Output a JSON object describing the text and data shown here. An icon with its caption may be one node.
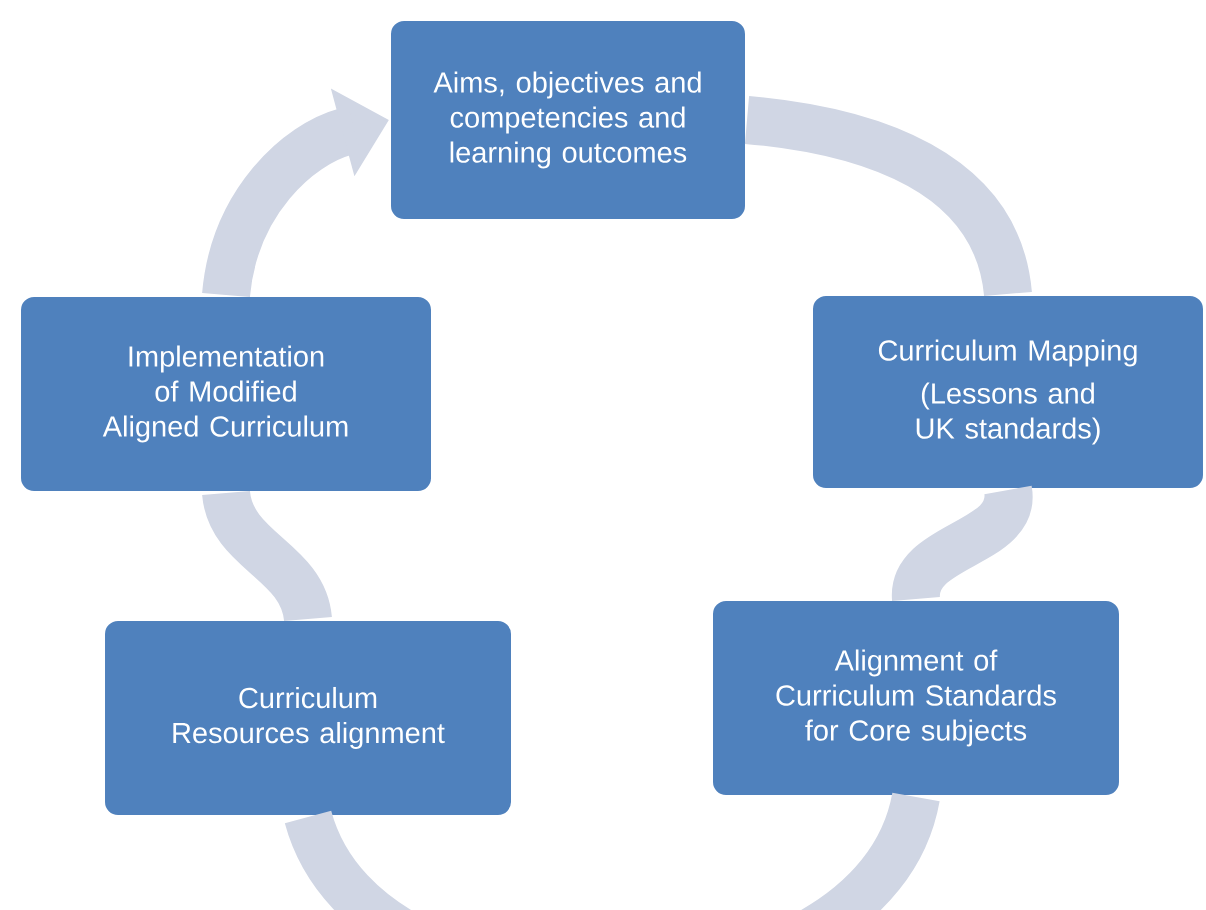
{
  "diagram": {
    "nodes": [
      {
        "text": [
          "Aims, objectives and competencies and learning outcomes"
        ]
      },
      {
        "text": [
          "Curriculum Mapping",
          "(Lessons and UK standards)"
        ]
      },
      {
        "text": [
          "Alignment of Curriculum Standards for Core subjects"
        ]
      },
      {
        "text": [
          "Curriculum Resources alignment"
        ]
      },
      {
        "text": [
          "Implementation of Modified Aligned Curriculum"
        ]
      }
    ],
    "edges": [
      {
        "from": 0,
        "to": 1,
        "arrow": "none"
      },
      {
        "from": 1,
        "to": 2,
        "arrow": "none"
      },
      {
        "from": 2,
        "to": 3,
        "arrow": "none"
      },
      {
        "from": 3,
        "to": 4,
        "arrow": "none"
      },
      {
        "from": 4,
        "to": 0,
        "arrow": "to"
      }
    ]
  }
}
